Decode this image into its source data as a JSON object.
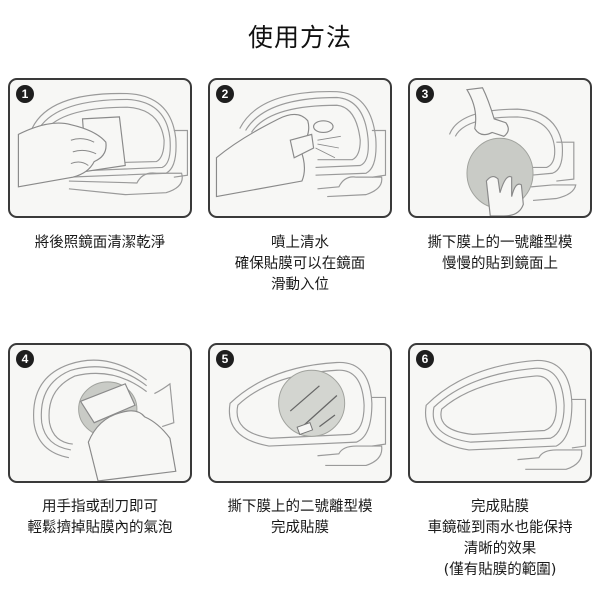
{
  "title": "使用方法",
  "steps": [
    {
      "number": "1",
      "illustration": "hand-wiping-mirror",
      "lines": [
        "將後照鏡面清潔乾淨"
      ]
    },
    {
      "number": "2",
      "illustration": "spray-water-on-mirror",
      "lines": [
        "噴上清水",
        "確保貼膜可以在鏡面",
        "滑動入位"
      ]
    },
    {
      "number": "3",
      "illustration": "peel-film-apply-to-mirror",
      "lines": [
        "撕下膜上的一號離型模",
        "慢慢的貼到鏡面上"
      ]
    },
    {
      "number": "4",
      "illustration": "squeegee-bubbles",
      "lines": [
        "用手指或刮刀即可",
        "輕鬆擠掉貼膜內的氣泡"
      ]
    },
    {
      "number": "5",
      "illustration": "peel-second-release-film",
      "lines": [
        "撕下膜上的二號離型模",
        "完成貼膜"
      ]
    },
    {
      "number": "6",
      "illustration": "finished-mirror",
      "lines": [
        "完成貼膜",
        "車鏡碰到雨水也能保持",
        "清晰的效果",
        "(僅有貼膜的範圍)"
      ]
    }
  ],
  "colors": {
    "panel_border": "#3a3a3a",
    "panel_fill": "#f7f7f5",
    "film": "#c9cbc6",
    "line_art": "#9a9a9a",
    "badge": "#1e1e1e"
  }
}
